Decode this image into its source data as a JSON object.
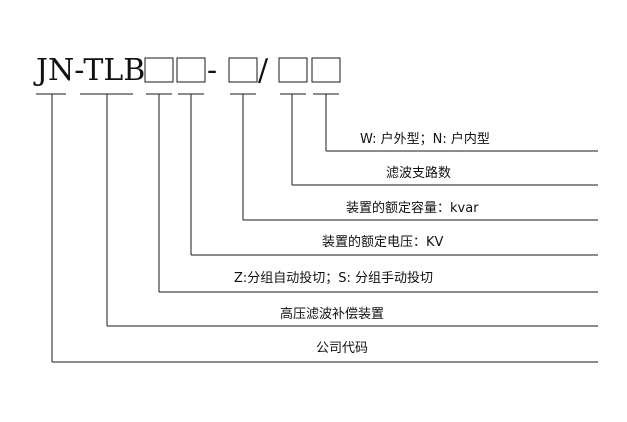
{
  "model_code": {
    "prefix": "JN-TLB",
    "dash": "-",
    "slash": "/"
  },
  "legend": [
    {
      "id": "type",
      "label": "W: 户外型；N: 户内型"
    },
    {
      "id": "branches",
      "label": "滤波支路数"
    },
    {
      "id": "capacity",
      "label": "装置的额定容量：kvar"
    },
    {
      "id": "voltage",
      "label": "装置的额定电压：KV"
    },
    {
      "id": "switching",
      "label": "Z:分组自动投切；S: 分组手动投切"
    },
    {
      "id": "device",
      "label": "高压滤波补偿装置"
    },
    {
      "id": "company",
      "label": "公司代码"
    }
  ]
}
